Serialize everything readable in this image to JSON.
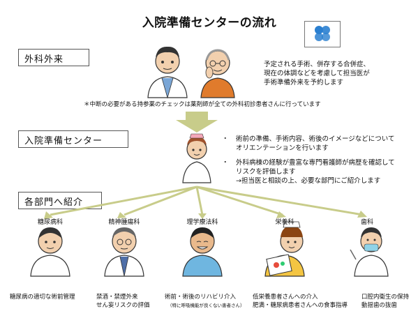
{
  "title": "入院準備センターの流れ",
  "sections": {
    "outpatient": "外科外来",
    "center": "入院準備センター",
    "referral": "各部門へ紹介"
  },
  "outpatient_desc": [
    "予定される手術、併存する合併症、",
    "現在の体調などを考慮して担当医が",
    "手術準備外来を予約します"
  ],
  "note": "＊中断の必要がある持参薬のチェックは薬剤師が全ての外科初診患者さんに行っています",
  "center_items": [
    {
      "bullet": "・",
      "lines": [
        "術前の準備、手術内容、術後のイメージなどについて",
        "オリエンテーションを行います"
      ]
    },
    {
      "bullet": "・",
      "lines": [
        "外科病棟の経験が豊富な専門看護師が病歴を確認して",
        "リスクを評価します",
        "→担当医と相談の上、必要な部門にご紹介します"
      ]
    }
  ],
  "departments": [
    {
      "name": "糖尿病科",
      "desc": [
        "糖尿病の適切な術前管理"
      ],
      "sub": ""
    },
    {
      "name": "精神腫瘍科",
      "desc": [
        "禁酒・禁煙外来",
        "せん妄リスクの評価"
      ],
      "sub": ""
    },
    {
      "name": "理学療法科",
      "desc": [
        "術前・術後のリハビリ介入"
      ],
      "sub": "（特に呼吸機能が良くない患者さん）"
    },
    {
      "name": "栄養科",
      "desc": [
        "低栄養患者さんへの介入",
        "肥満・糖尿病患者さんへの食事指導"
      ],
      "sub": ""
    },
    {
      "name": "歯科",
      "desc": [
        "口腔内衛生の保持",
        "動揺歯の抜歯"
      ],
      "sub": ""
    }
  ],
  "colors": {
    "arrow": "#c8cc8a",
    "line": "#c8cc8a",
    "logo_circle": "#2a7fd0"
  }
}
